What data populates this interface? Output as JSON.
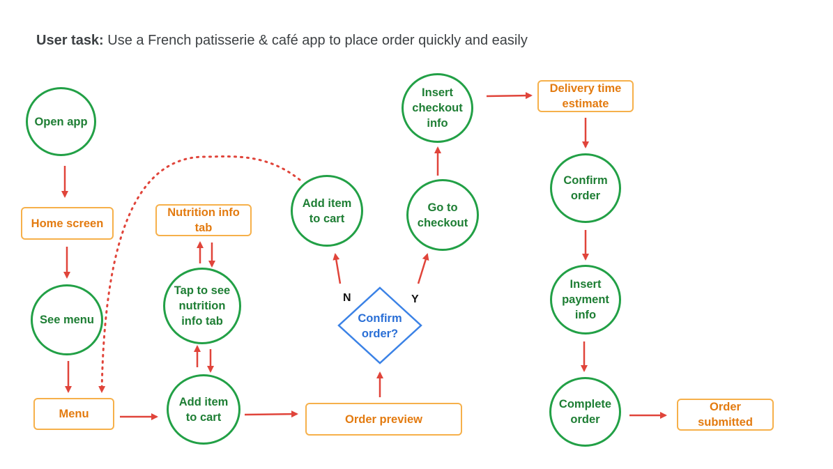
{
  "task": {
    "prefix": "User task:",
    "text": " Use a French patisserie & café app to place order quickly and easily"
  },
  "nodes": {
    "open_app": "Open app",
    "home_screen": "Home screen",
    "see_menu": "See menu",
    "menu": "Menu",
    "nutrition_tab": "Nutrition info tab",
    "tap_nutrition": "Tap to see nutrition info tab",
    "add_item_bottom": "Add item to cart",
    "add_item_top": "Add item to cart",
    "order_preview": "Order preview",
    "confirm_decision": "Confirm order?",
    "go_checkout": "Go to checkout",
    "insert_checkout": "Insert checkout info",
    "delivery_estimate": "Delivery time estimate",
    "confirm_order": "Confirm order",
    "insert_payment": "Insert payment info",
    "complete_order": "Complete order",
    "order_submitted": "Order submitted"
  },
  "labels": {
    "no": "N",
    "yes": "Y"
  },
  "colors": {
    "circle": "#22a046",
    "rect_border": "#f6b04a",
    "rect_text": "#e37b10",
    "arrow": "#e0443a",
    "diamond": "#3b82e6"
  }
}
